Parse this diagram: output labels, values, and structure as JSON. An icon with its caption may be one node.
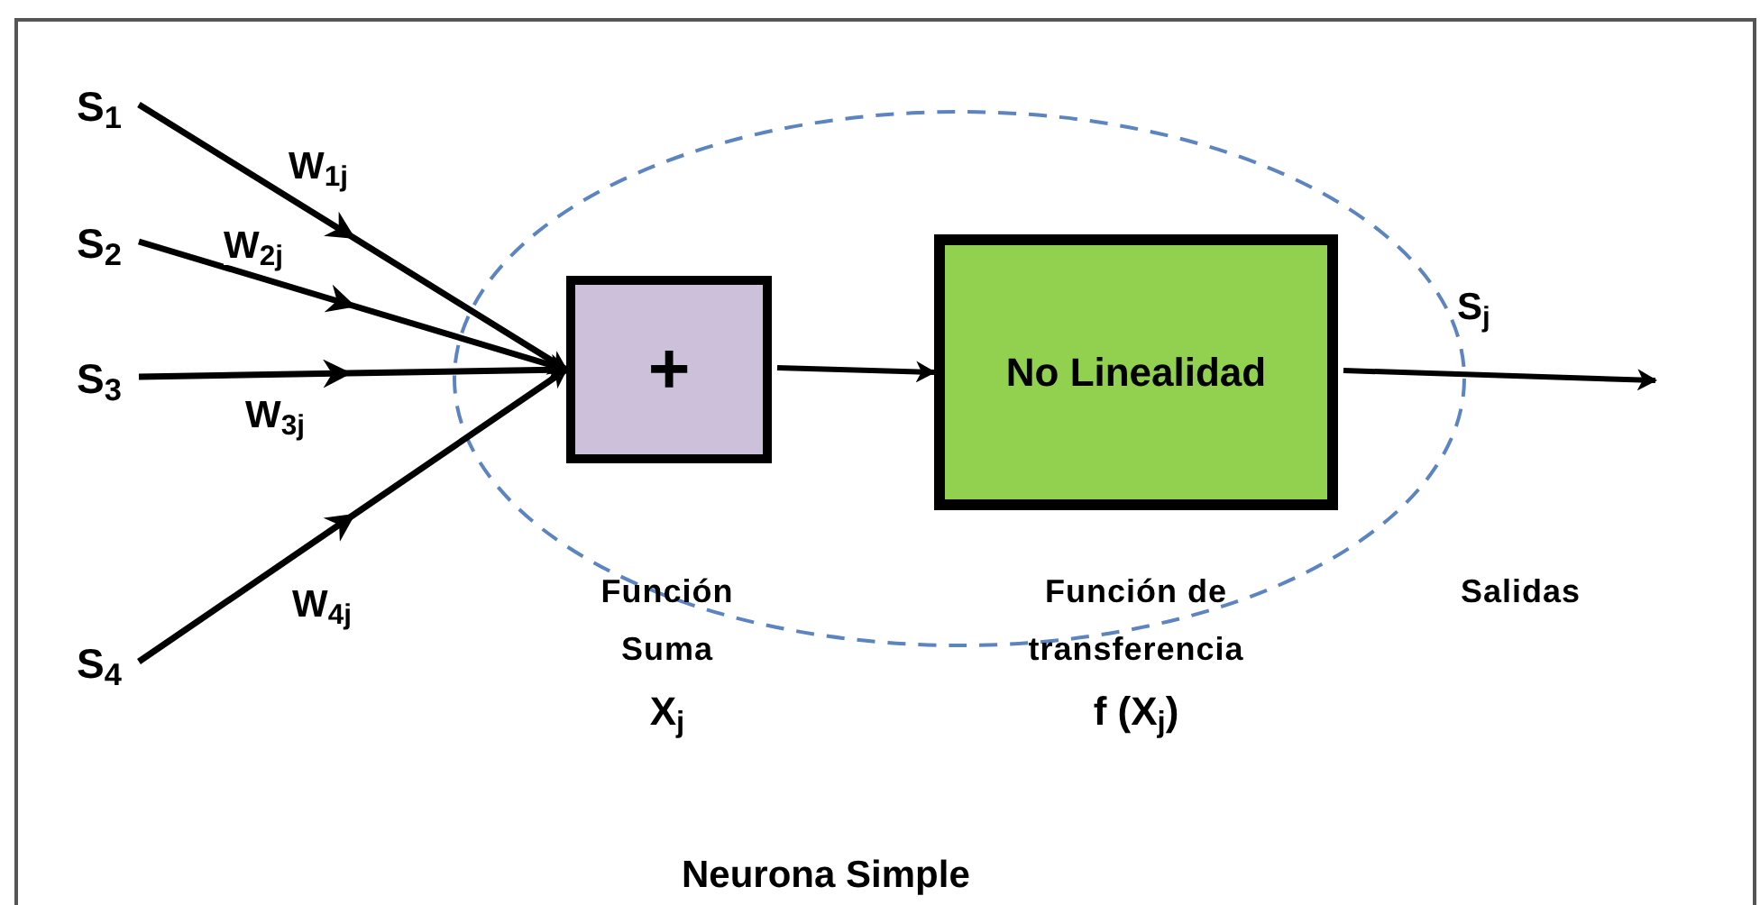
{
  "diagram": {
    "caption": "Neurona Simple",
    "nodes": [
      {
        "text": [
          "S$_{1}$"
        ]
      },
      {
        "text": [
          "S$_{2}$"
        ]
      },
      {
        "text": [
          "S$_{3}$"
        ]
      },
      {
        "text": [
          "S$_{4}$"
        ]
      },
      {
        "text": [
          "+"
        ],
        "beside": [
          "Función Suma",
          "X$_{j}$"
        ]
      },
      {
        "text": [
          "No Linealidad"
        ],
        "beside": [
          "Función de transferencia",
          "f (X$_{j}$)"
        ]
      }
    ],
    "edges": [
      {
        "from": 0,
        "to": 4,
        "arrow": "to",
        "label": "W$_{1j}$"
      },
      {
        "from": 1,
        "to": 4,
        "arrow": "to",
        "label": "W$_{2j}$"
      },
      {
        "from": 2,
        "to": 4,
        "arrow": "to",
        "label": "W$_{3j}$"
      },
      {
        "from": 3,
        "to": 4,
        "arrow": "to",
        "label": "W$_{4j}$"
      },
      {
        "from": 4,
        "to": 5,
        "arrow": "to"
      },
      {
        "from": 5,
        "to": null,
        "arrow": "to",
        "label": "S$_{j}$"
      }
    ],
    "labels": [
      "Salidas"
    ]
  }
}
